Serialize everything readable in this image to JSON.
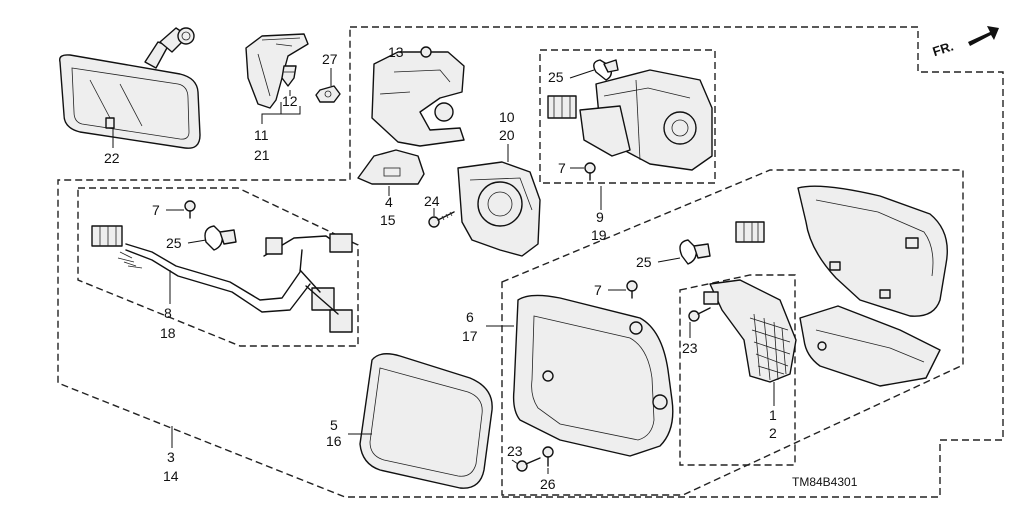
{
  "diagram": {
    "orientation_label": "FR.",
    "drawing_code": "TM84B4301",
    "callouts": [
      {
        "id": "c22",
        "text": "22"
      },
      {
        "id": "c11",
        "text": "11"
      },
      {
        "id": "c21",
        "text": "21"
      },
      {
        "id": "c12",
        "text": "12"
      },
      {
        "id": "c27",
        "text": "27"
      },
      {
        "id": "c13",
        "text": "13"
      },
      {
        "id": "c4",
        "text": "4"
      },
      {
        "id": "c15",
        "text": "15"
      },
      {
        "id": "c24",
        "text": "24"
      },
      {
        "id": "c10",
        "text": "10"
      },
      {
        "id": "c20",
        "text": "20"
      },
      {
        "id": "c25a",
        "text": "25"
      },
      {
        "id": "c7a",
        "text": "7"
      },
      {
        "id": "c9",
        "text": "9"
      },
      {
        "id": "c19",
        "text": "19"
      },
      {
        "id": "c7b",
        "text": "7"
      },
      {
        "id": "c25b",
        "text": "25"
      },
      {
        "id": "c8",
        "text": "8"
      },
      {
        "id": "c18",
        "text": "18"
      },
      {
        "id": "c25c",
        "text": "25"
      },
      {
        "id": "c7c",
        "text": "7"
      },
      {
        "id": "c6",
        "text": "6"
      },
      {
        "id": "c17",
        "text": "17"
      },
      {
        "id": "c23a",
        "text": "23"
      },
      {
        "id": "c1",
        "text": "1"
      },
      {
        "id": "c2",
        "text": "2"
      },
      {
        "id": "c5",
        "text": "5"
      },
      {
        "id": "c16",
        "text": "16"
      },
      {
        "id": "c3",
        "text": "3"
      },
      {
        "id": "c14",
        "text": "14"
      },
      {
        "id": "c23b",
        "text": "23"
      },
      {
        "id": "c26",
        "text": "26"
      }
    ]
  }
}
